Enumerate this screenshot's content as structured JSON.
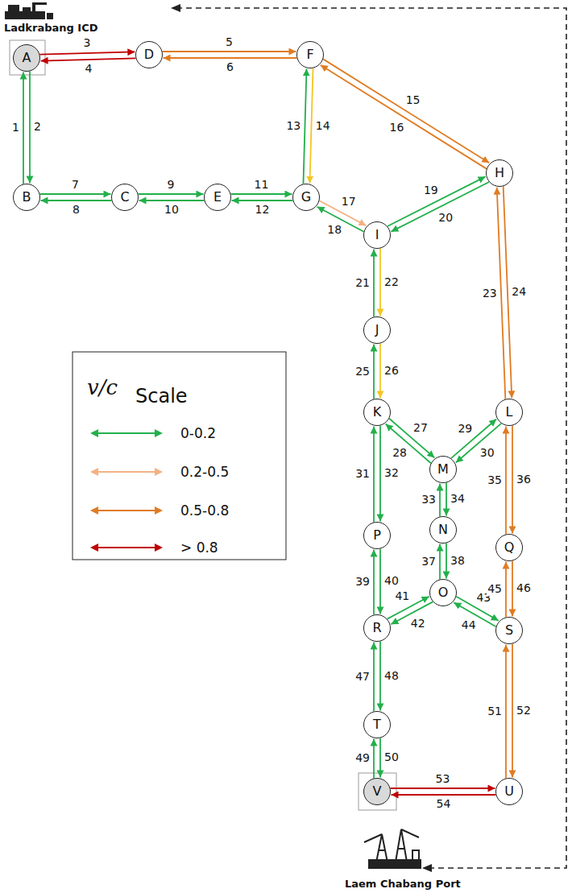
{
  "diagram": {
    "nodes": [
      {
        "text": [
          "A"
        ]
      },
      {
        "text": [
          "D"
        ]
      },
      {
        "text": [
          "F"
        ]
      },
      {
        "text": [
          "B"
        ]
      },
      {
        "text": [
          "C"
        ]
      },
      {
        "text": [
          "E"
        ]
      },
      {
        "text": [
          "G"
        ]
      },
      {
        "text": [
          "H"
        ]
      },
      {
        "text": [
          "I"
        ]
      },
      {
        "text": [
          "J"
        ]
      },
      {
        "text": [
          "K"
        ]
      },
      {
        "text": [
          "L"
        ]
      },
      {
        "text": [
          "M"
        ]
      },
      {
        "text": [
          "P"
        ]
      },
      {
        "text": [
          "N"
        ]
      },
      {
        "text": [
          "Q"
        ]
      },
      {
        "text": [
          "O"
        ]
      },
      {
        "text": [
          "R"
        ]
      },
      {
        "text": [
          "S"
        ]
      },
      {
        "text": [
          "T"
        ]
      },
      {
        "text": [
          "V"
        ]
      },
      {
        "text": [
          "U"
        ]
      }
    ],
    "edges": [
      {
        "from": 3,
        "to": 0,
        "arrow": "to",
        "label": "1"
      },
      {
        "from": 0,
        "to": 3,
        "arrow": "to",
        "label": "2"
      },
      {
        "from": 0,
        "to": 1,
        "arrow": "to",
        "label": "3"
      },
      {
        "from": 1,
        "to": 0,
        "arrow": "to",
        "label": "4"
      },
      {
        "from": 1,
        "to": 2,
        "arrow": "to",
        "label": "5"
      },
      {
        "from": 2,
        "to": 1,
        "arrow": "to",
        "label": "6"
      },
      {
        "from": 3,
        "to": 4,
        "arrow": "to",
        "label": "7"
      },
      {
        "from": 4,
        "to": 3,
        "arrow": "to",
        "label": "8"
      },
      {
        "from": 4,
        "to": 5,
        "arrow": "to",
        "label": "9"
      },
      {
        "from": 5,
        "to": 4,
        "arrow": "to",
        "label": "10"
      },
      {
        "from": 5,
        "to": 6,
        "arrow": "to",
        "label": "11"
      },
      {
        "from": 6,
        "to": 5,
        "arrow": "to",
        "label": "12"
      },
      {
        "from": 6,
        "to": 2,
        "arrow": "to",
        "label": "13"
      },
      {
        "from": 2,
        "to": 6,
        "arrow": "to",
        "label": "14"
      },
      {
        "from": 2,
        "to": 7,
        "arrow": "to",
        "label": "15"
      },
      {
        "from": 7,
        "to": 2,
        "arrow": "to",
        "label": "16"
      },
      {
        "from": 6,
        "to": 8,
        "arrow": "to",
        "label": "17"
      },
      {
        "from": 8,
        "to": 6,
        "arrow": "to",
        "label": "18"
      },
      {
        "from": 8,
        "to": 7,
        "arrow": "to",
        "label": "19"
      },
      {
        "from": 7,
        "to": 8,
        "arrow": "to",
        "label": "20"
      },
      {
        "from": 9,
        "to": 8,
        "arrow": "to",
        "label": "21"
      },
      {
        "from": 8,
        "to": 9,
        "arrow": "to",
        "label": "22"
      },
      {
        "from": 11,
        "to": 7,
        "arrow": "to",
        "label": "23"
      },
      {
        "from": 7,
        "to": 11,
        "arrow": "to",
        "label": "24"
      },
      {
        "from": 10,
        "to": 9,
        "arrow": "to",
        "label": "25"
      },
      {
        "from": 9,
        "to": 10,
        "arrow": "to",
        "label": "26"
      },
      {
        "from": 10,
        "to": 12,
        "arrow": "to",
        "label": "27"
      },
      {
        "from": 12,
        "to": 10,
        "arrow": "to",
        "label": "28"
      },
      {
        "from": 12,
        "to": 11,
        "arrow": "to",
        "label": "29"
      },
      {
        "from": 11,
        "to": 12,
        "arrow": "to",
        "label": "30"
      },
      {
        "from": 13,
        "to": 10,
        "arrow": "to",
        "label": "31"
      },
      {
        "from": 10,
        "to": 13,
        "arrow": "to",
        "label": "32"
      },
      {
        "from": 14,
        "to": 12,
        "arrow": "to",
        "label": "33"
      },
      {
        "from": 12,
        "to": 14,
        "arrow": "to",
        "label": "34"
      },
      {
        "from": 15,
        "to": 11,
        "arrow": "to",
        "label": "35"
      },
      {
        "from": 11,
        "to": 15,
        "arrow": "to",
        "label": "36"
      },
      {
        "from": 16,
        "to": 14,
        "arrow": "to",
        "label": "37"
      },
      {
        "from": 14,
        "to": 16,
        "arrow": "to",
        "label": "38"
      },
      {
        "from": 17,
        "to": 13,
        "arrow": "to",
        "label": "39"
      },
      {
        "from": 13,
        "to": 17,
        "arrow": "to",
        "label": "40"
      },
      {
        "from": 17,
        "to": 16,
        "arrow": "to",
        "label": "41"
      },
      {
        "from": 16,
        "to": 17,
        "arrow": "to",
        "label": "42"
      },
      {
        "from": 16,
        "to": 18,
        "arrow": "to",
        "label": "43"
      },
      {
        "from": 18,
        "to": 16,
        "arrow": "to",
        "label": "44"
      },
      {
        "from": 18,
        "to": 15,
        "arrow": "to",
        "label": "45"
      },
      {
        "from": 15,
        "to": 18,
        "arrow": "to",
        "label": "46"
      },
      {
        "from": 19,
        "to": 17,
        "arrow": "to",
        "label": "47"
      },
      {
        "from": 17,
        "to": 19,
        "arrow": "to",
        "label": "48"
      },
      {
        "from": 20,
        "to": 19,
        "arrow": "to",
        "label": "49"
      },
      {
        "from": 19,
        "to": 20,
        "arrow": "to",
        "label": "50"
      },
      {
        "from": 21,
        "to": 18,
        "arrow": "to",
        "label": "51"
      },
      {
        "from": 18,
        "to": 21,
        "arrow": "to",
        "label": "52"
      },
      {
        "from": 20,
        "to": 21,
        "arrow": "to",
        "label": "53"
      },
      {
        "from": 21,
        "to": 20,
        "arrow": "to",
        "label": "54"
      }
    ],
    "labels": [
      "Ladkrabang ICD",
      "Laem Chabang Port",
      "v/c",
      "Scale"
    ],
    "legend": [
      {
        "text": "0-0.2",
        "color": "#22b04b"
      },
      {
        "text": "0.2-0.5",
        "color": "#f4b183"
      },
      {
        "text": "0.5-0.8",
        "color": "#e07b22"
      },
      {
        "text": "> 0.8",
        "color": "#c00000"
      }
    ]
  }
}
